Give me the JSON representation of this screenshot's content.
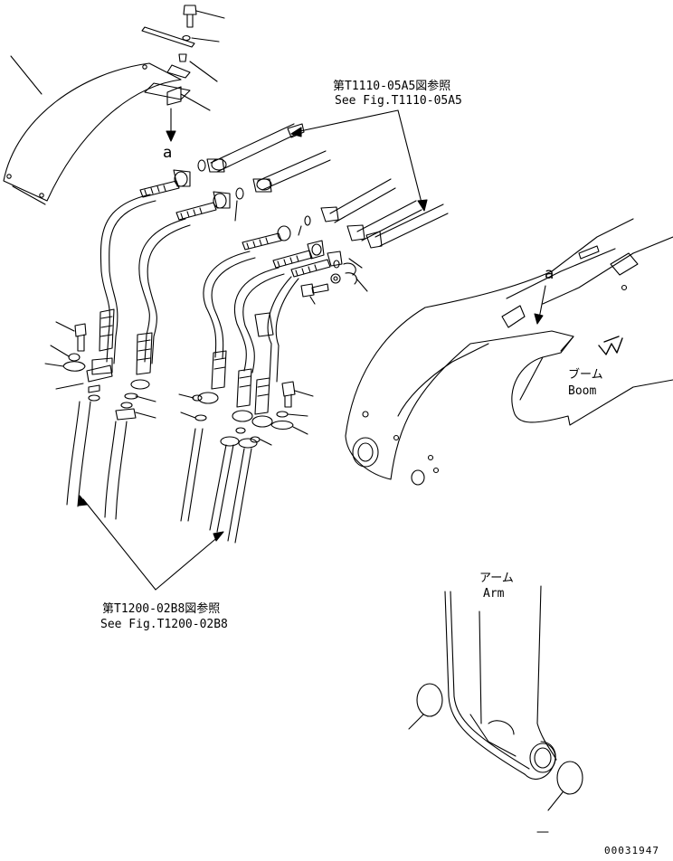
{
  "refs": {
    "top_jp": "第T1110-05A5図参照",
    "top_en": "See Fig.T1110-05A5",
    "bottom_jp": "第T1200-02B8図参照",
    "bottom_en": "See Fig.T1200-02B8"
  },
  "boom": {
    "jp": "ブーム",
    "en": "Boom"
  },
  "arm": {
    "jp": "アーム",
    "en": "Arm"
  },
  "markers": {
    "a_top": "a",
    "a_boom": "a"
  },
  "drawing_code": "00031947"
}
